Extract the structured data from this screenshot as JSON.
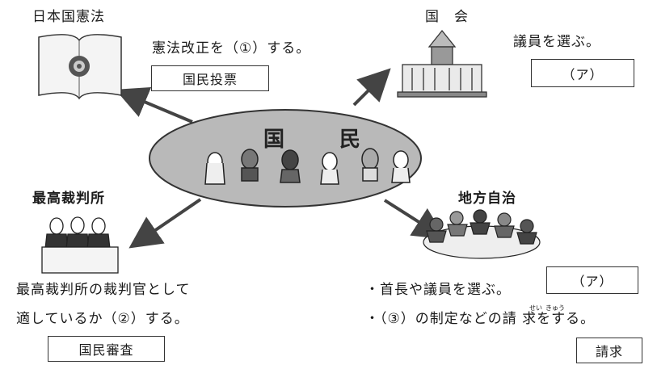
{
  "constitution": {
    "heading": "日本国憲法",
    "statement": "憲法改正を（①）する。",
    "box_label": "国民投票"
  },
  "diet": {
    "heading": "国　会",
    "statement": "議員を選ぶ。",
    "box_label": "（ア）"
  },
  "center": {
    "label_left": "国",
    "label_right": "民"
  },
  "supreme_court": {
    "heading": "最高裁判所",
    "line1": "最高裁判所の裁判官として",
    "line2": "適しているか（②）する。",
    "box_label": "国民審査"
  },
  "local": {
    "heading": "地方自治",
    "line1": "・首長や議員を選ぶ。",
    "line2_prefix": "・（③）の制定などの",
    "line2_word": "請 求",
    "line2_suffix": "をする。",
    "ruby_first": "せい",
    "ruby_second": "きゅう",
    "box_a_label": "（ア）",
    "box_b_label": "請求"
  }
}
